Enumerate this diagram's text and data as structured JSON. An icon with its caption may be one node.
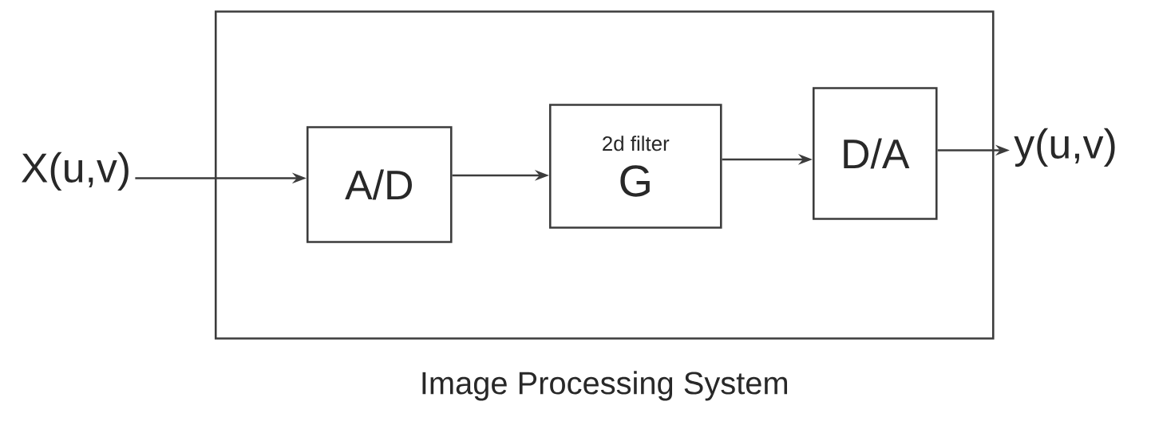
{
  "diagram": {
    "nodes": [
      {
        "text": [
          "Image Processing System"
        ]
      },
      {
        "text": [
          "X(u,v)"
        ]
      },
      {
        "text": [
          "A/D"
        ],
        "in": 0
      },
      {
        "text": [
          "2d filter",
          "G"
        ],
        "in": 0
      },
      {
        "text": [
          "D/A"
        ],
        "in": 0
      },
      {
        "text": [
          "y(u,v)"
        ]
      }
    ],
    "edges": [
      {
        "from": 1,
        "to": 2,
        "arrow": "to"
      },
      {
        "from": 2,
        "to": 3,
        "arrow": "to"
      },
      {
        "from": 3,
        "to": 4,
        "arrow": "to"
      },
      {
        "from": 4,
        "to": 5,
        "arrow": "to"
      }
    ]
  }
}
